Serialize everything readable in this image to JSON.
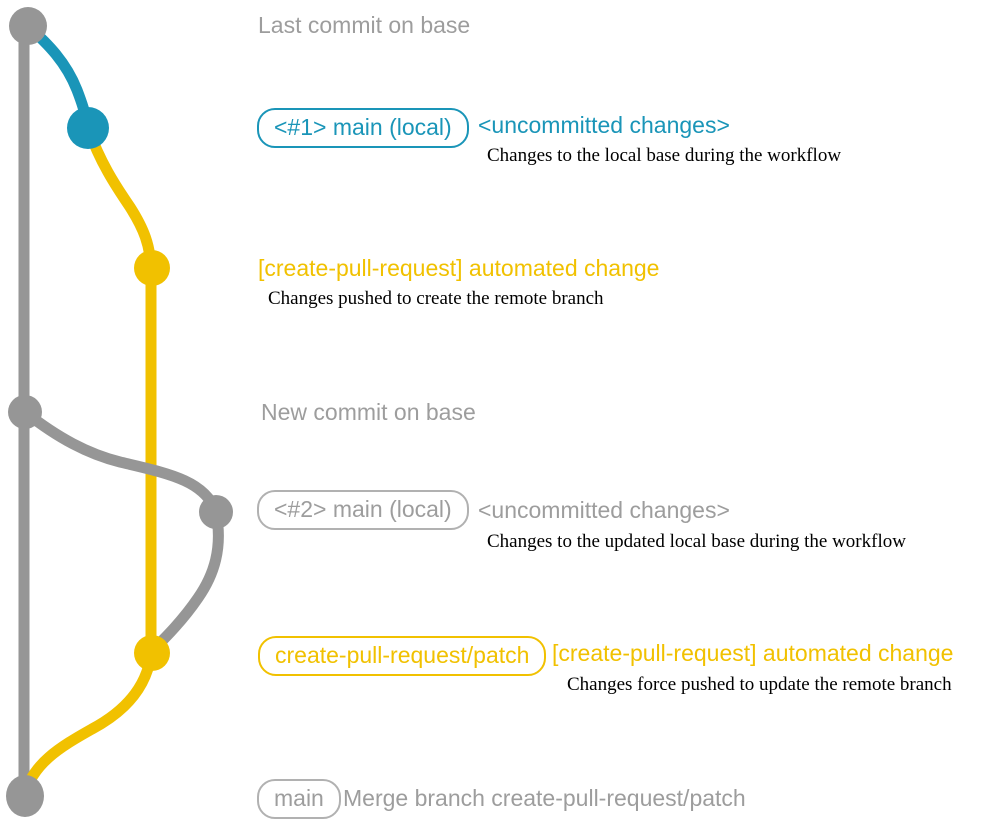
{
  "colors": {
    "teal": "#1a95b8",
    "yellow": "#f1c100",
    "graph_gray": "#969696",
    "gray_text": "#9d9d9d",
    "caption_black": "#000000"
  },
  "graph": {
    "description": "Git branch diagram for create-pull-request workflow",
    "branches": [
      {
        "name": "base",
        "color_key": "graph_gray"
      },
      {
        "name": "local-main-1",
        "color_key": "teal"
      },
      {
        "name": "create-pull-request-patch",
        "color_key": "yellow"
      },
      {
        "name": "local-main-2",
        "color_key": "graph_gray"
      }
    ],
    "commits": [
      {
        "id": "base-top",
        "label": "Last commit on base",
        "color_key": "graph_gray"
      },
      {
        "id": "local-1",
        "label": "<#1> main (local)",
        "color_key": "teal"
      },
      {
        "id": "patch-1",
        "label": "[create-pull-request] automated change",
        "color_key": "yellow"
      },
      {
        "id": "base-new",
        "label": "New commit on base",
        "color_key": "graph_gray"
      },
      {
        "id": "local-2",
        "label": "<#2> main (local)",
        "color_key": "graph_gray"
      },
      {
        "id": "patch-2",
        "label": "[create-pull-request] automated change",
        "color_key": "yellow"
      },
      {
        "id": "base-merge",
        "label": "Merge branch create-pull-request/patch",
        "color_key": "graph_gray"
      }
    ]
  },
  "labels": {
    "last_commit": "Last commit on base",
    "row1": {
      "badge": "<#1> main (local)",
      "heading": "<uncommitted changes>",
      "caption": "Changes to the local base during the workflow"
    },
    "row2": {
      "heading": "[create-pull-request] automated change",
      "caption": "Changes pushed to create the remote branch"
    },
    "new_commit": "New commit on base",
    "row3": {
      "badge": "<#2> main (local)",
      "heading": "<uncommitted changes>",
      "caption": "Changes to the updated local base during the workflow"
    },
    "row4": {
      "badge": "create-pull-request/patch",
      "heading": "[create-pull-request] automated change",
      "caption": "Changes force pushed to update the remote branch"
    },
    "row5": {
      "badge": "main",
      "message": "Merge branch create-pull-request/patch"
    }
  }
}
